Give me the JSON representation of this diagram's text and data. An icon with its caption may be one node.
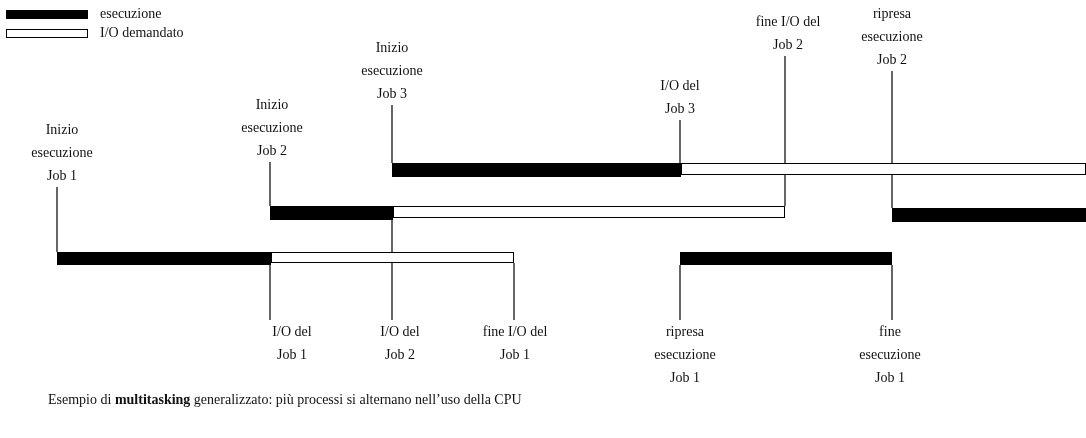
{
  "diagram": {
    "caption": "Esempio di **multitasking** generalizzato: più processi si alternano nell’uso della CPU",
    "nodes": [
      {
        "text": [
          "Inizio esecuzione Job 1"
        ]
      },
      {
        "text": [
          "Inizio esecuzione Job 2"
        ]
      },
      {
        "text": [
          "Inizio esecuzione Job 3"
        ]
      },
      {
        "text": [
          "I/O del Job 3"
        ]
      },
      {
        "text": [
          "fine I/O del Job 2"
        ]
      },
      {
        "text": [
          "ripresa esecuzione Job 2"
        ]
      },
      {
        "text": [
          "I/O del Job 1"
        ]
      },
      {
        "text": [
          "I/O del Job 2"
        ]
      },
      {
        "text": [
          "fine I/O del Job 1"
        ]
      },
      {
        "text": [
          "ripresa esecuzione Job 1"
        ]
      },
      {
        "text": [
          "fine esecuzione Job 1"
        ]
      },
      {
        "text": [],
        "shape": "bar"
      },
      {
        "text": [],
        "shape": "bar"
      },
      {
        "text": [],
        "shape": "bar"
      },
      {
        "text": [],
        "shape": "bar"
      },
      {
        "text": [],
        "shape": "bar"
      },
      {
        "text": [],
        "shape": "bar"
      },
      {
        "text": [],
        "shape": "bar"
      },
      {
        "text": [],
        "shape": "bar"
      }
    ],
    "edges": [
      {
        "from": 0,
        "to": 11,
        "arrow": "none"
      },
      {
        "from": 1,
        "to": 14,
        "arrow": "none"
      },
      {
        "from": 2,
        "to": 17,
        "arrow": "none"
      },
      {
        "from": 3,
        "to": 18,
        "arrow": "none"
      },
      {
        "from": 4,
        "to": 15,
        "arrow": "none"
      },
      {
        "from": 5,
        "to": 16,
        "arrow": "none"
      },
      {
        "from": 6,
        "to": 12,
        "arrow": "none"
      },
      {
        "from": 7,
        "to": 15,
        "arrow": "none"
      },
      {
        "from": 8,
        "to": 12,
        "arrow": "none"
      },
      {
        "from": 9,
        "to": 13,
        "arrow": "none"
      },
      {
        "from": 10,
        "to": 13,
        "arrow": "none"
      }
    ],
    "legend": [
      {
        "text": "esecuzione",
        "color": "#000000"
      },
      {
        "text": "I/O demandato",
        "color": "#ffffff"
      }
    ]
  }
}
